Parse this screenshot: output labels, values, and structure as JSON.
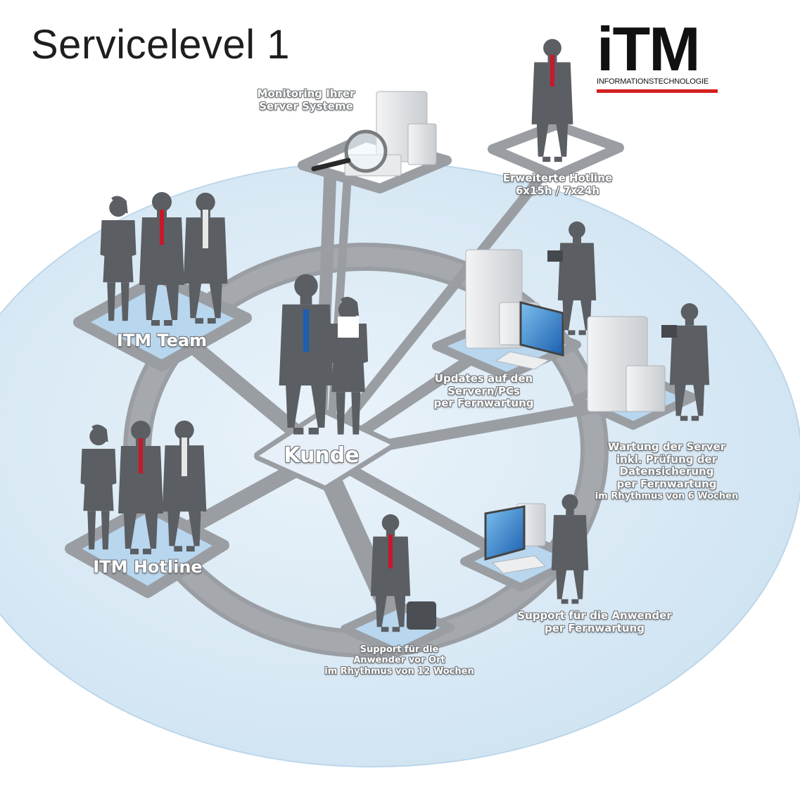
{
  "title": "Servicelevel 1",
  "logo": {
    "mark": "iTM",
    "subtitle": "INFORMATIONSTECHNOLOGIE",
    "accent_color": "#d41f1f"
  },
  "nodes": {
    "center": {
      "label": "Kunde"
    },
    "team": {
      "label": "ITM Team"
    },
    "hotline": {
      "label": "ITM Hotline"
    },
    "monitoring": {
      "lines": [
        "Monitoring Ihrer",
        "Server Systeme"
      ]
    },
    "extended_hotline": {
      "lines": [
        "Erweiterte Hotline",
        "6x15h / 7x24h"
      ]
    },
    "updates": {
      "lines": [
        "Updates auf den",
        "Servern/PCs",
        "per Fernwartung"
      ]
    },
    "maintenance": {
      "lines": [
        "Wartung der Server",
        "inkl. Prüfung der",
        "Datensicherung",
        "per Fernwartung"
      ],
      "note": "im Rhythmus von 6 Wochen"
    },
    "remote_support": {
      "lines": [
        "Support für die Anwender",
        "per Fernwartung"
      ]
    },
    "onsite_support": {
      "lines": [
        "Support für die",
        "Anwender vor Ort",
        "im Rhythmus von 12 Wochen"
      ]
    }
  },
  "colors": {
    "background_ellipse": "#d4e6f3",
    "path": "#9a9ea3",
    "platform": "#b8d6ee",
    "figure": "#5b5e62",
    "tie": "#c8182b",
    "tie_center": "#1d5fb0"
  }
}
